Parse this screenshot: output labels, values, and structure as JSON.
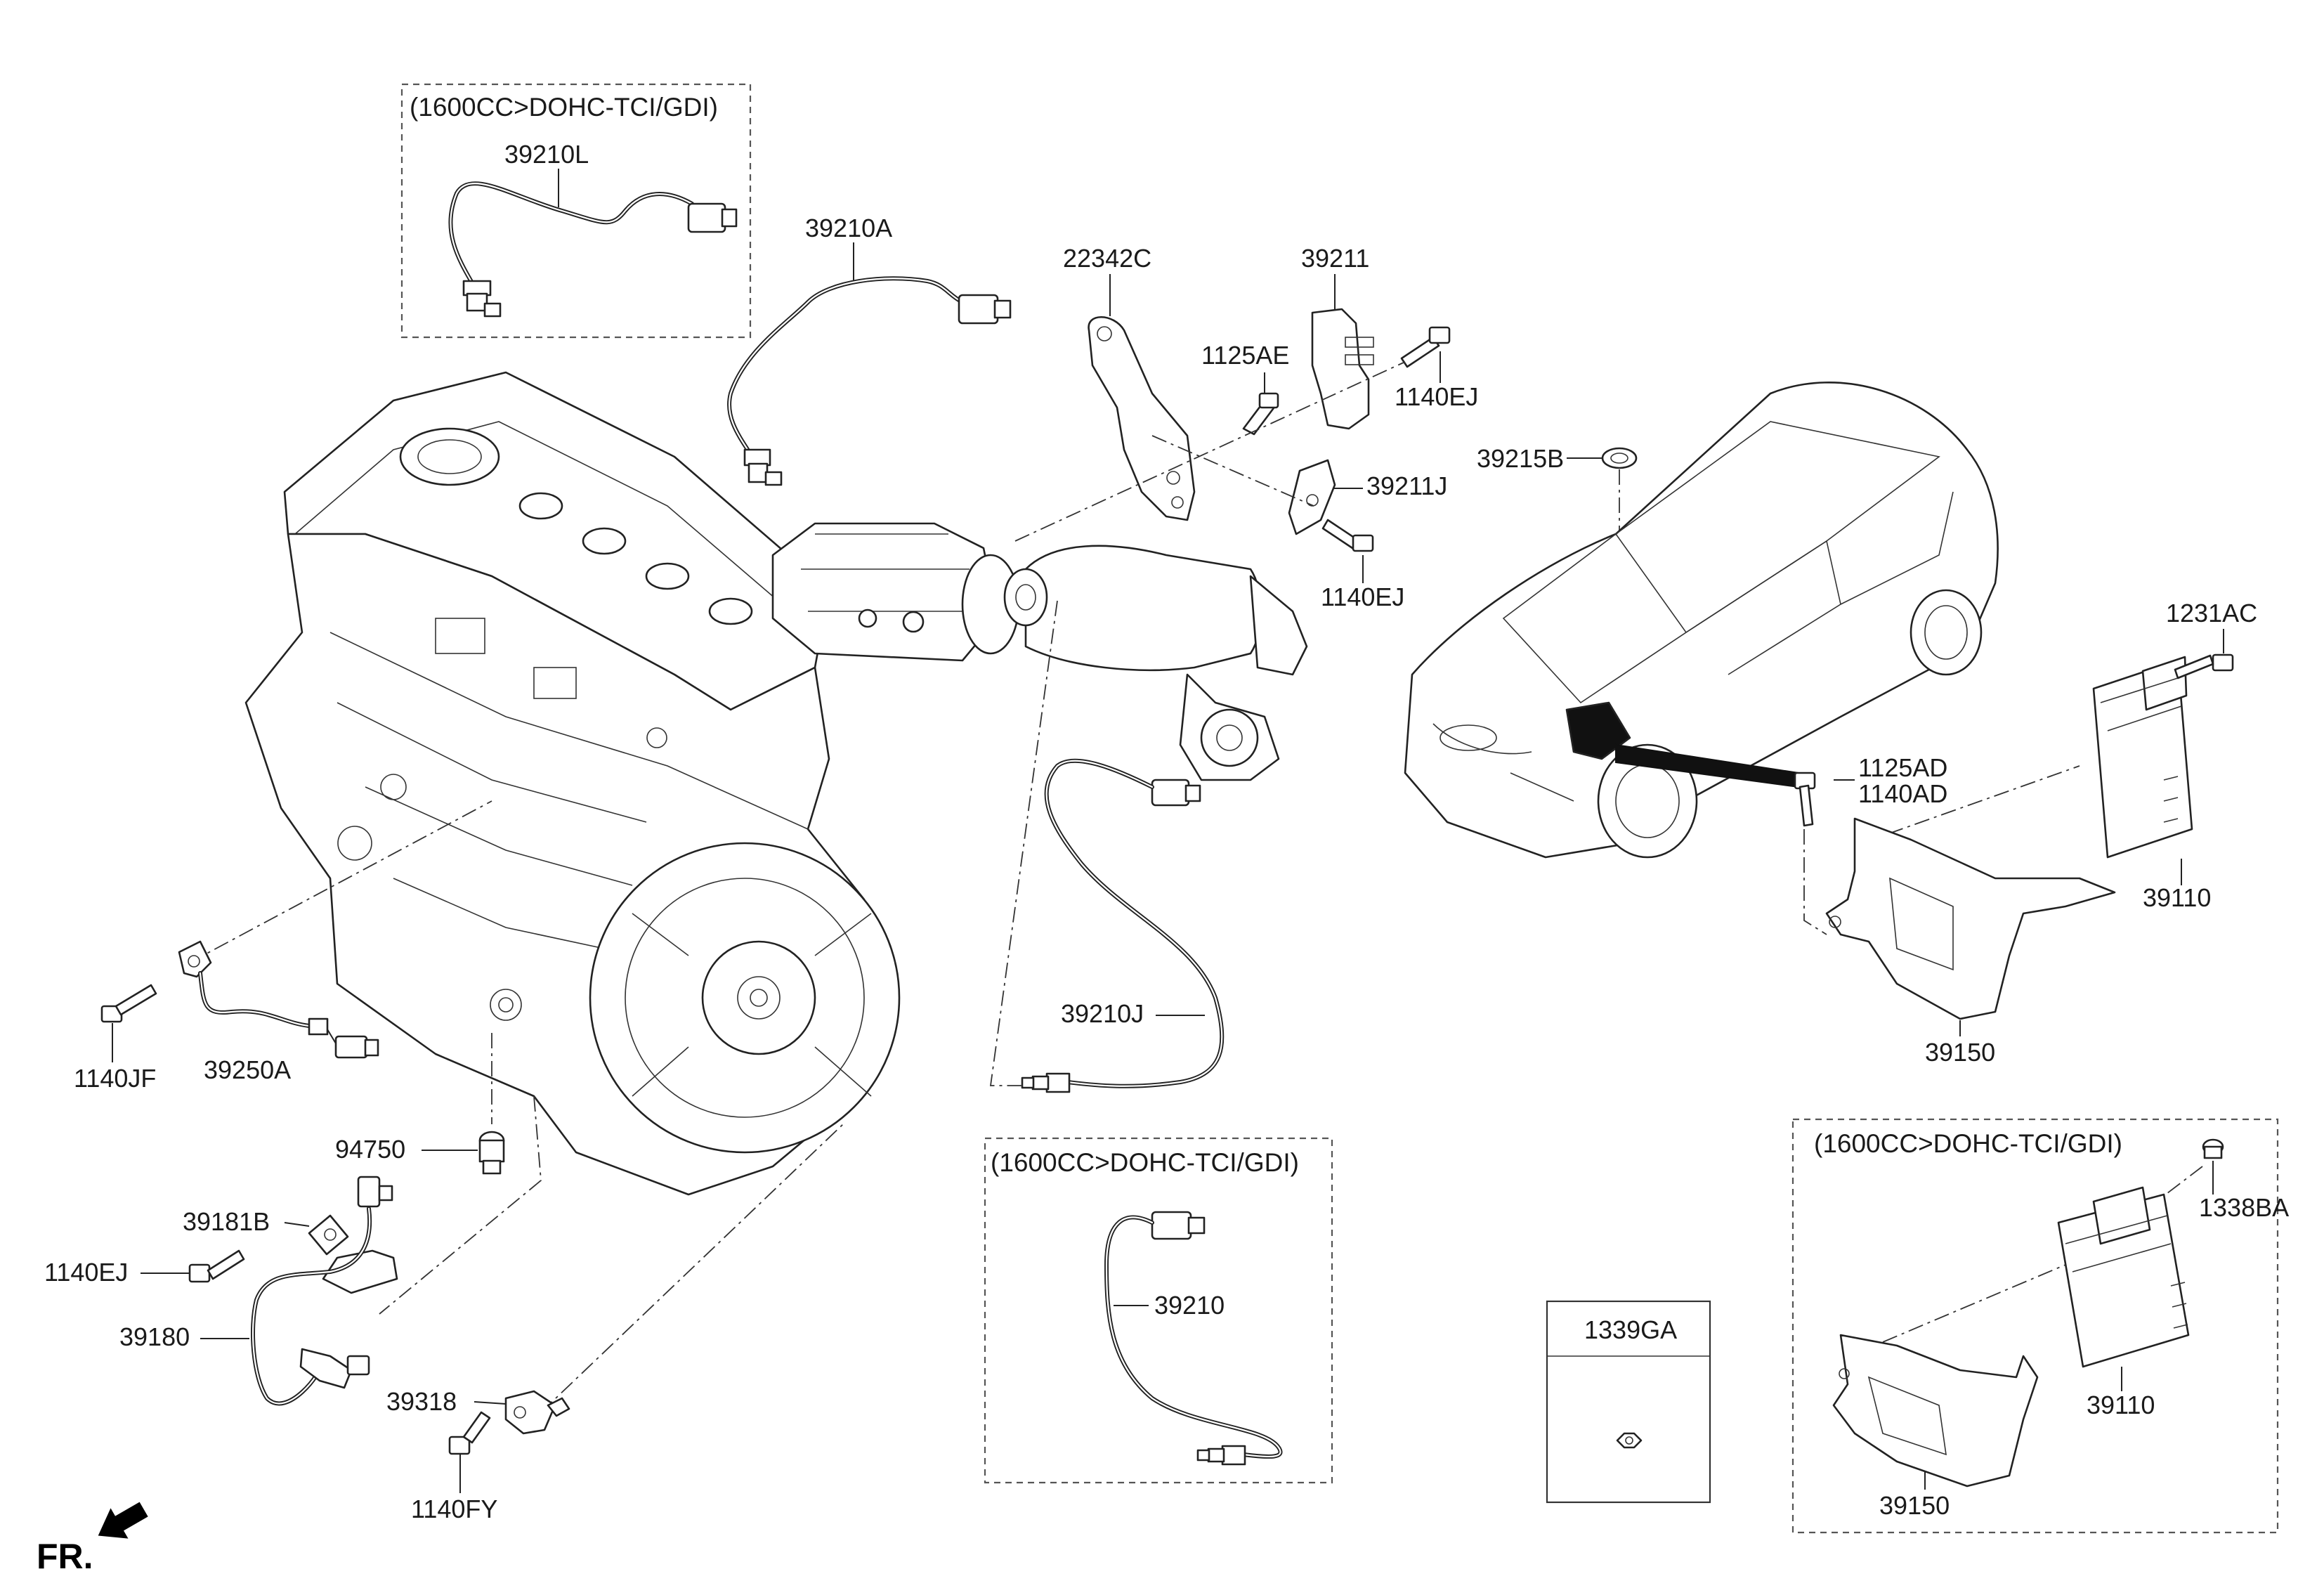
{
  "diagram": {
    "labels": {
      "p39210L": "39210L",
      "p39210A": "39210A",
      "p22342C": "22342C",
      "p39211": "39211",
      "p1125AE": "1125AE",
      "p1140EJ_a": "1140EJ",
      "p39215B": "39215B",
      "p39211J": "39211J",
      "p1140EJ_b": "1140EJ",
      "p1231AC": "1231AC",
      "p1125AD": "1125AD",
      "p1140AD": "1140AD",
      "p39110_a": "39110",
      "p39150_a": "39150",
      "p39210J": "39210J",
      "p1140JF": "1140JF",
      "p39250A": "39250A",
      "p94750": "94750",
      "p39181B": "39181B",
      "p1140EJ_c": "1140EJ",
      "p39180": "39180",
      "p39318": "39318",
      "p1140FY": "1140FY",
      "p39210": "39210",
      "p1339GA": "1339GA",
      "p1338BA": "1338BA",
      "p39110_b": "39110",
      "p39150_b": "39150"
    },
    "variant_notes": {
      "top": "(1600CC>DOHC-TCI/GDI)",
      "middle": "(1600CC>DOHC-TCI/GDI)",
      "right": "(1600CC>DOHC-TCI/GDI)"
    },
    "direction_marker": "FR."
  }
}
